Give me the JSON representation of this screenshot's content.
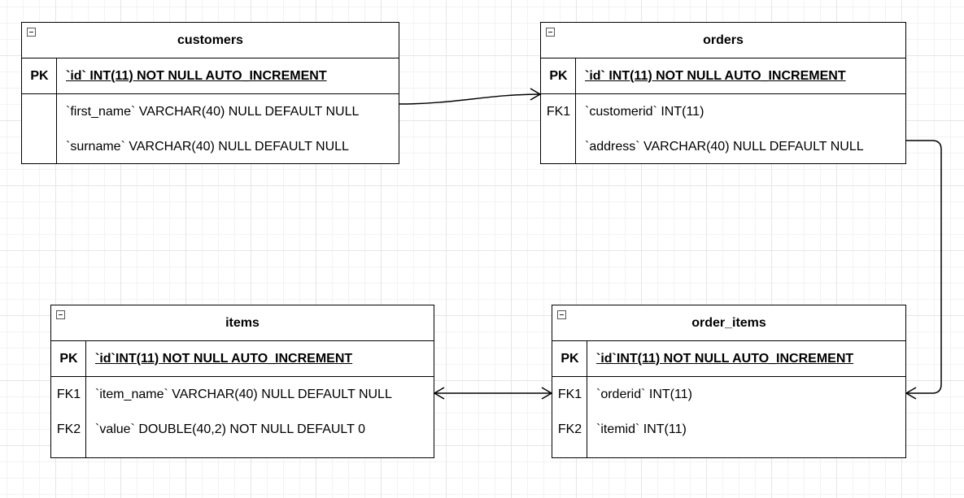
{
  "tables": {
    "customers": {
      "name": "customers",
      "rows": [
        {
          "key": "PK",
          "field": "`id` INT(11) NOT NULL AUTO_INCREMENT"
        },
        {
          "key": "",
          "field": "`first_name` VARCHAR(40) NULL DEFAULT NULL"
        },
        {
          "key": "",
          "field": "`surname` VARCHAR(40) NULL DEFAULT NULL"
        }
      ]
    },
    "orders": {
      "name": "orders",
      "rows": [
        {
          "key": "PK",
          "field": "`id` INT(11) NOT NULL AUTO_INCREMENT"
        },
        {
          "key": "FK1",
          "field": "`customerid` INT(11)"
        },
        {
          "key": "",
          "field": "`address` VARCHAR(40) NULL DEFAULT NULL"
        }
      ]
    },
    "items": {
      "name": "items",
      "rows": [
        {
          "key": "PK",
          "field": "`id`INT(11) NOT NULL AUTO_INCREMENT"
        },
        {
          "key": "FK1",
          "field": "`item_name` VARCHAR(40) NULL DEFAULT NULL"
        },
        {
          "key": "FK2",
          "field": "`value` DOUBLE(40,2) NOT NULL DEFAULT 0"
        }
      ]
    },
    "order_items": {
      "name": "order_items",
      "rows": [
        {
          "key": "PK",
          "field": "`id`INT(11) NOT NULL AUTO_INCREMENT"
        },
        {
          "key": "FK1",
          "field": "`orderid` INT(11)"
        },
        {
          "key": "FK2",
          "field": "`itemid` INT(11)"
        }
      ]
    }
  },
  "colors": {
    "line": "#000000",
    "grid": "#e6e6e6"
  }
}
